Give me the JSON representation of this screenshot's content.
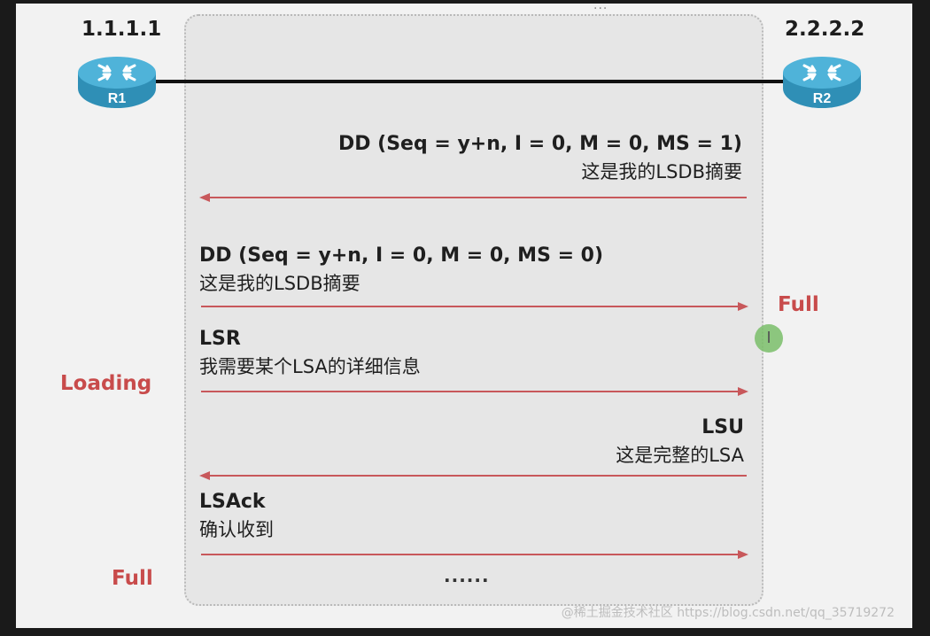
{
  "diagram": {
    "nodes": {
      "r1": {
        "ip": "1.1.1.1",
        "label": "R1"
      },
      "r2": {
        "ip": "2.2.2.2",
        "label": "R2"
      }
    },
    "messages": [
      {
        "title": "DD (Seq = y+n, I = 0, M = 0, MS = 1)",
        "subtitle": "这是我的LSDB摘要",
        "direction": "right-to-left"
      },
      {
        "title": "DD (Seq = y+n, I = 0, M = 0, MS = 0)",
        "subtitle": "这是我的LSDB摘要",
        "direction": "left-to-right"
      },
      {
        "title": "LSR",
        "subtitle": "我需要某个LSA的详细信息",
        "direction": "left-to-right"
      },
      {
        "title": "LSU",
        "subtitle": "这是完整的LSA",
        "direction": "right-to-left"
      },
      {
        "title": "LSAck",
        "subtitle": "确认收到",
        "direction": "left-to-right"
      }
    ],
    "states": {
      "r2_full": "Full",
      "r1_loading": "Loading",
      "r1_full": "Full"
    },
    "ellipsis": "......",
    "cursor_glyph": "I",
    "top_marker": "...",
    "watermark": "@稀土掘金技术社区 https://blog.csdn.net/qq_35719272"
  },
  "colors": {
    "arrow": "#c8585b",
    "state_text": "#c84b4b",
    "router_body": "#2f8fb6",
    "router_top": "#4fb3d9"
  }
}
